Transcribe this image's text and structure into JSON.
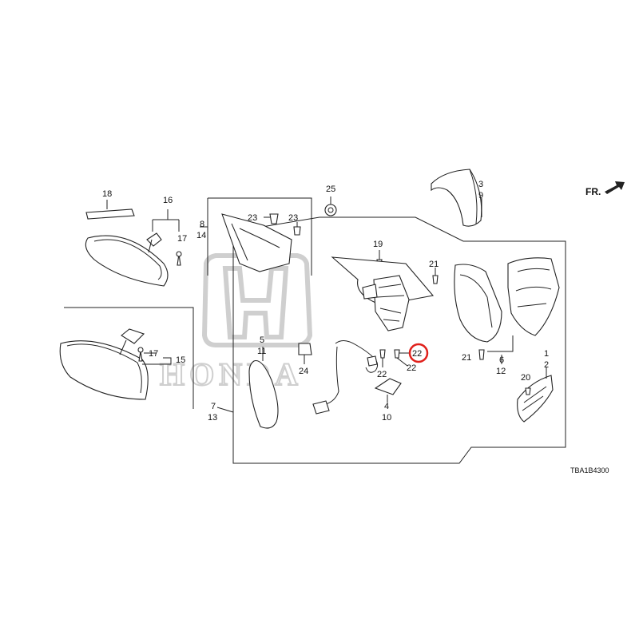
{
  "diagram": {
    "orientation_label": "FR.",
    "reference_code": "TBA1B4300",
    "watermark_text": "HONDA",
    "highlight_color": "#e0201b",
    "highlighted_callout": "22",
    "callouts": {
      "c1": "1",
      "c2": "2",
      "c3": "3",
      "c9": "9",
      "c4": "4",
      "c10": "10",
      "c5": "5",
      "c11": "11",
      "c6": "6",
      "c12": "12",
      "c7": "7",
      "c13": "13",
      "c8": "8",
      "c14": "14",
      "c15": "15",
      "c16": "16",
      "c17a": "17",
      "c17b": "17",
      "c18": "18",
      "c19": "19",
      "c20": "20",
      "c21a": "21",
      "c21b": "21",
      "c22a": "22",
      "c22b": "22",
      "c22c": "22",
      "c23a": "23",
      "c23b": "23",
      "c24": "24",
      "c25": "25"
    }
  }
}
